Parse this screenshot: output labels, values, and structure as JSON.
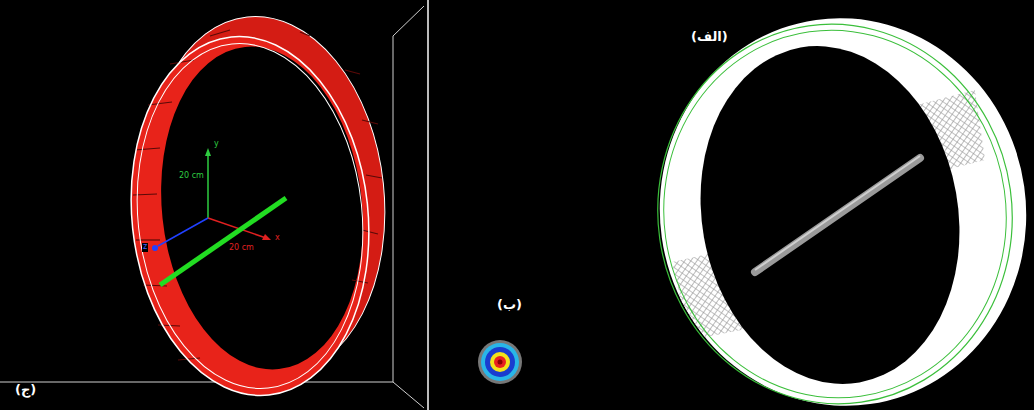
{
  "diagram": {
    "labels": [
      "(الف)",
      "(ب)",
      "(ج)",
      "20 cm",
      "20 cm",
      "y",
      "x",
      "z"
    ]
  }
}
